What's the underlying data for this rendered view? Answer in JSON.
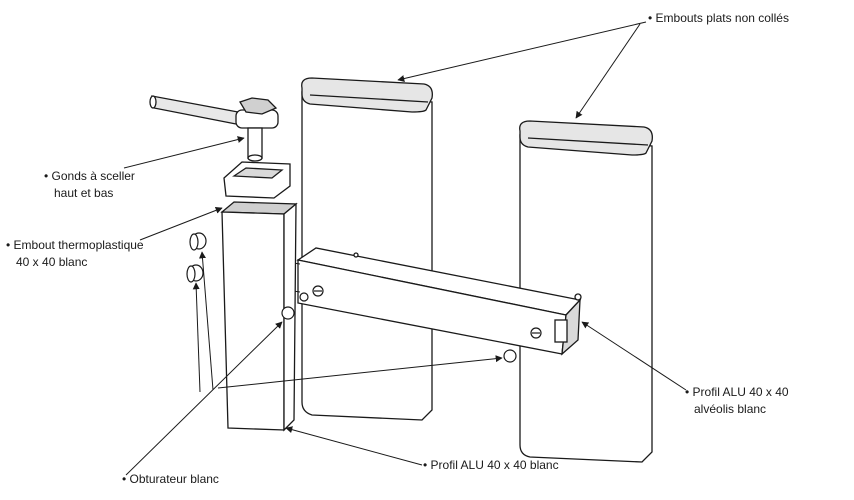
{
  "labels": {
    "embouts_plats": "• Embouts plats non collés",
    "gonds": "• Gonds à sceller",
    "gonds_l2": "haut et bas",
    "embout_thermo": "• Embout thermoplastique",
    "embout_thermo_l2": "40 x 40 blanc",
    "profil_alveolis": "• Profil ALU 40 x 40",
    "profil_alveolis_l2": "alvéolis blanc",
    "obturateur": "• Obturateur blanc",
    "profil_blanc": "• Profil ALU 40 x 40 blanc"
  },
  "colors": {
    "line": "#1a1a1a",
    "panel_fill": "#ffffff",
    "shade": "#d9d9d9",
    "background": "#ffffff"
  }
}
